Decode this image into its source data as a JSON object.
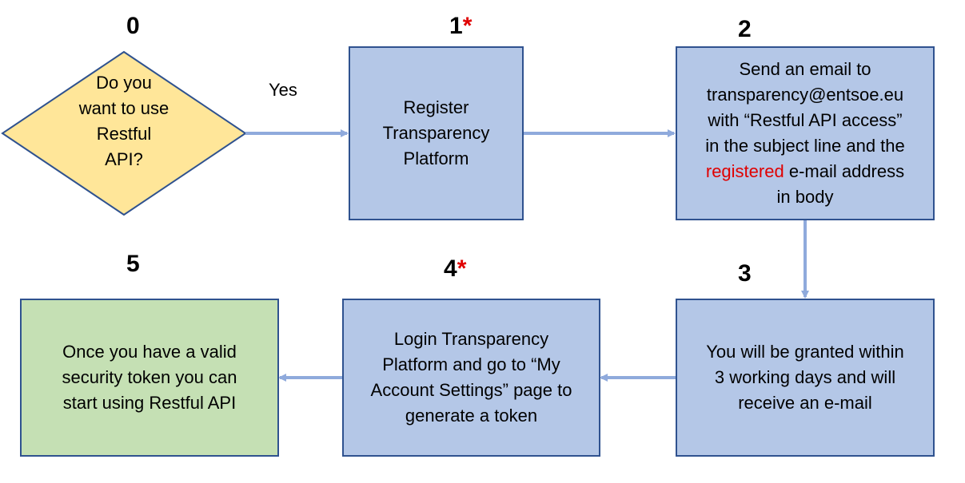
{
  "steps": {
    "s0": {
      "num": "0",
      "lines": [
        "Do you",
        "want to use",
        "Restful",
        "API?"
      ]
    },
    "s1": {
      "num": "1",
      "star": "*",
      "lines": [
        "Register",
        "Transparency",
        "Platform"
      ]
    },
    "s2": {
      "num": "2",
      "line1": "Send an email to",
      "line2": "transparency@entsoe.eu",
      "line3": "with “Restful API access”",
      "line4": "in the subject line and the",
      "line5_red": "registered",
      "line5_rest": " e-mail address",
      "line6": "in body"
    },
    "s3": {
      "num": "3",
      "lines": [
        "You will be granted within",
        "3 working days and will",
        "receive an e-mail"
      ]
    },
    "s4": {
      "num": "4",
      "star": "*",
      "lines": [
        "Login Transparency",
        "Platform and go to “My",
        "Account Settings” page to",
        "generate a token"
      ]
    },
    "s5": {
      "num": "5",
      "lines": [
        "Once you have a valid",
        "security token you can",
        "start using Restful API"
      ]
    }
  },
  "edge_label": "Yes",
  "colors": {
    "decision": "#ffe699",
    "process": "#b4c7e7",
    "end": "#c5e0b4",
    "border": "#2f528f",
    "arrow": "#8faadc",
    "highlight": "#e00000"
  }
}
